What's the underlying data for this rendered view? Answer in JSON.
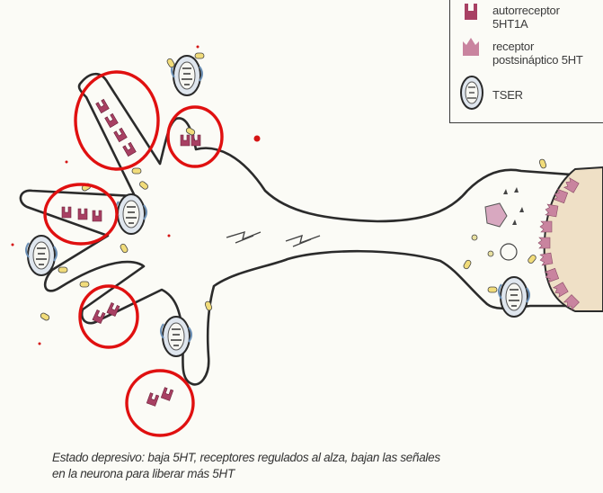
{
  "legend": {
    "autoreceptor_line1": "autorreceptor",
    "autoreceptor_line2": "5HT1A",
    "postsynaptic_line1": "receptor",
    "postsynaptic_line2": "postsináptico 5HT",
    "transporter": "TSER",
    "autoreceptor_color": "#a84063",
    "postsynaptic_color": "#c9849f"
  },
  "caption": {
    "line1": "Estado depresivo: baja 5HT, receptores regulados al alza, bajan las señales",
    "line2": "en la neurona para liberar más 5HT"
  },
  "colors": {
    "highlight": "#e01010",
    "outline": "#2b2b2b",
    "serotonin": "#f1dc7a"
  }
}
